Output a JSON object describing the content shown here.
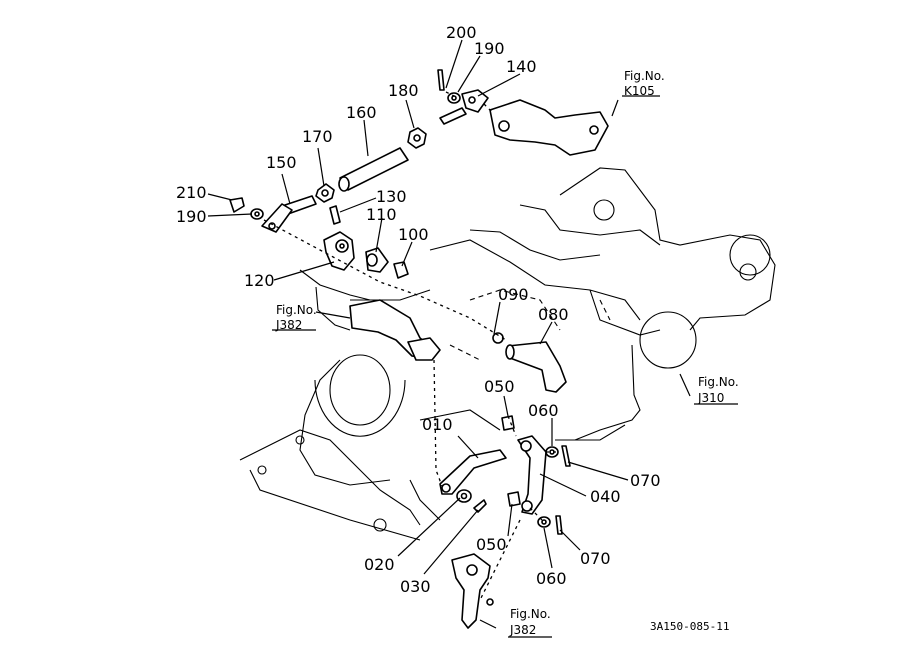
{
  "labels": {
    "p200": "200",
    "p190a": "190",
    "p140": "140",
    "p180": "180",
    "p160": "160",
    "p170": "170",
    "p150": "150",
    "p210": "210",
    "p190b": "190",
    "p130": "130",
    "p110": "110",
    "p100": "100",
    "p120": "120",
    "p090": "090",
    "p080": "080",
    "p050a": "050",
    "p060a": "060",
    "p010": "010",
    "p070a": "070",
    "p040": "040",
    "p020": "020",
    "p030": "030",
    "p050b": "050",
    "p060b": "060",
    "p070b": "070"
  },
  "figure_refs": {
    "k105": {
      "title": "Fig.No.",
      "code": "K105"
    },
    "j382_top": {
      "title": "Fig.No.",
      "code": "J382"
    },
    "j310": {
      "title": "Fig.No.",
      "code": "J310"
    },
    "j382_bottom": {
      "title": "Fig.No.",
      "code": "J382"
    }
  },
  "drawing_code": "3A150-085-11"
}
